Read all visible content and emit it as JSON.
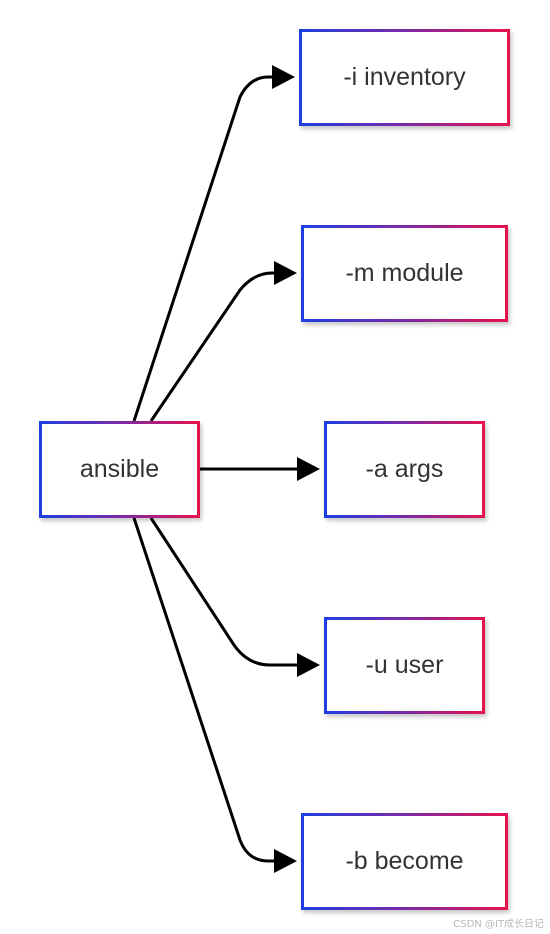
{
  "diagram": {
    "root": {
      "label": "ansible"
    },
    "options": [
      {
        "id": "i",
        "label": "-i inventory"
      },
      {
        "id": "m",
        "label": "-m module"
      },
      {
        "id": "a",
        "label": "-a args"
      },
      {
        "id": "u",
        "label": "-u user"
      },
      {
        "id": "b",
        "label": "-b become"
      }
    ],
    "edges": [
      {
        "from": "ansible",
        "to": "-i inventory"
      },
      {
        "from": "ansible",
        "to": "-m module"
      },
      {
        "from": "ansible",
        "to": "-a args"
      },
      {
        "from": "ansible",
        "to": "-u user"
      },
      {
        "from": "ansible",
        "to": "-b become"
      }
    ]
  },
  "colors": {
    "border_start": "#1d3fe0",
    "border_mid": "#7a2aa8",
    "border_end": "#e8124c",
    "edge": "#000000",
    "text": "#333333"
  },
  "watermark": "CSDN @IT成长日记"
}
